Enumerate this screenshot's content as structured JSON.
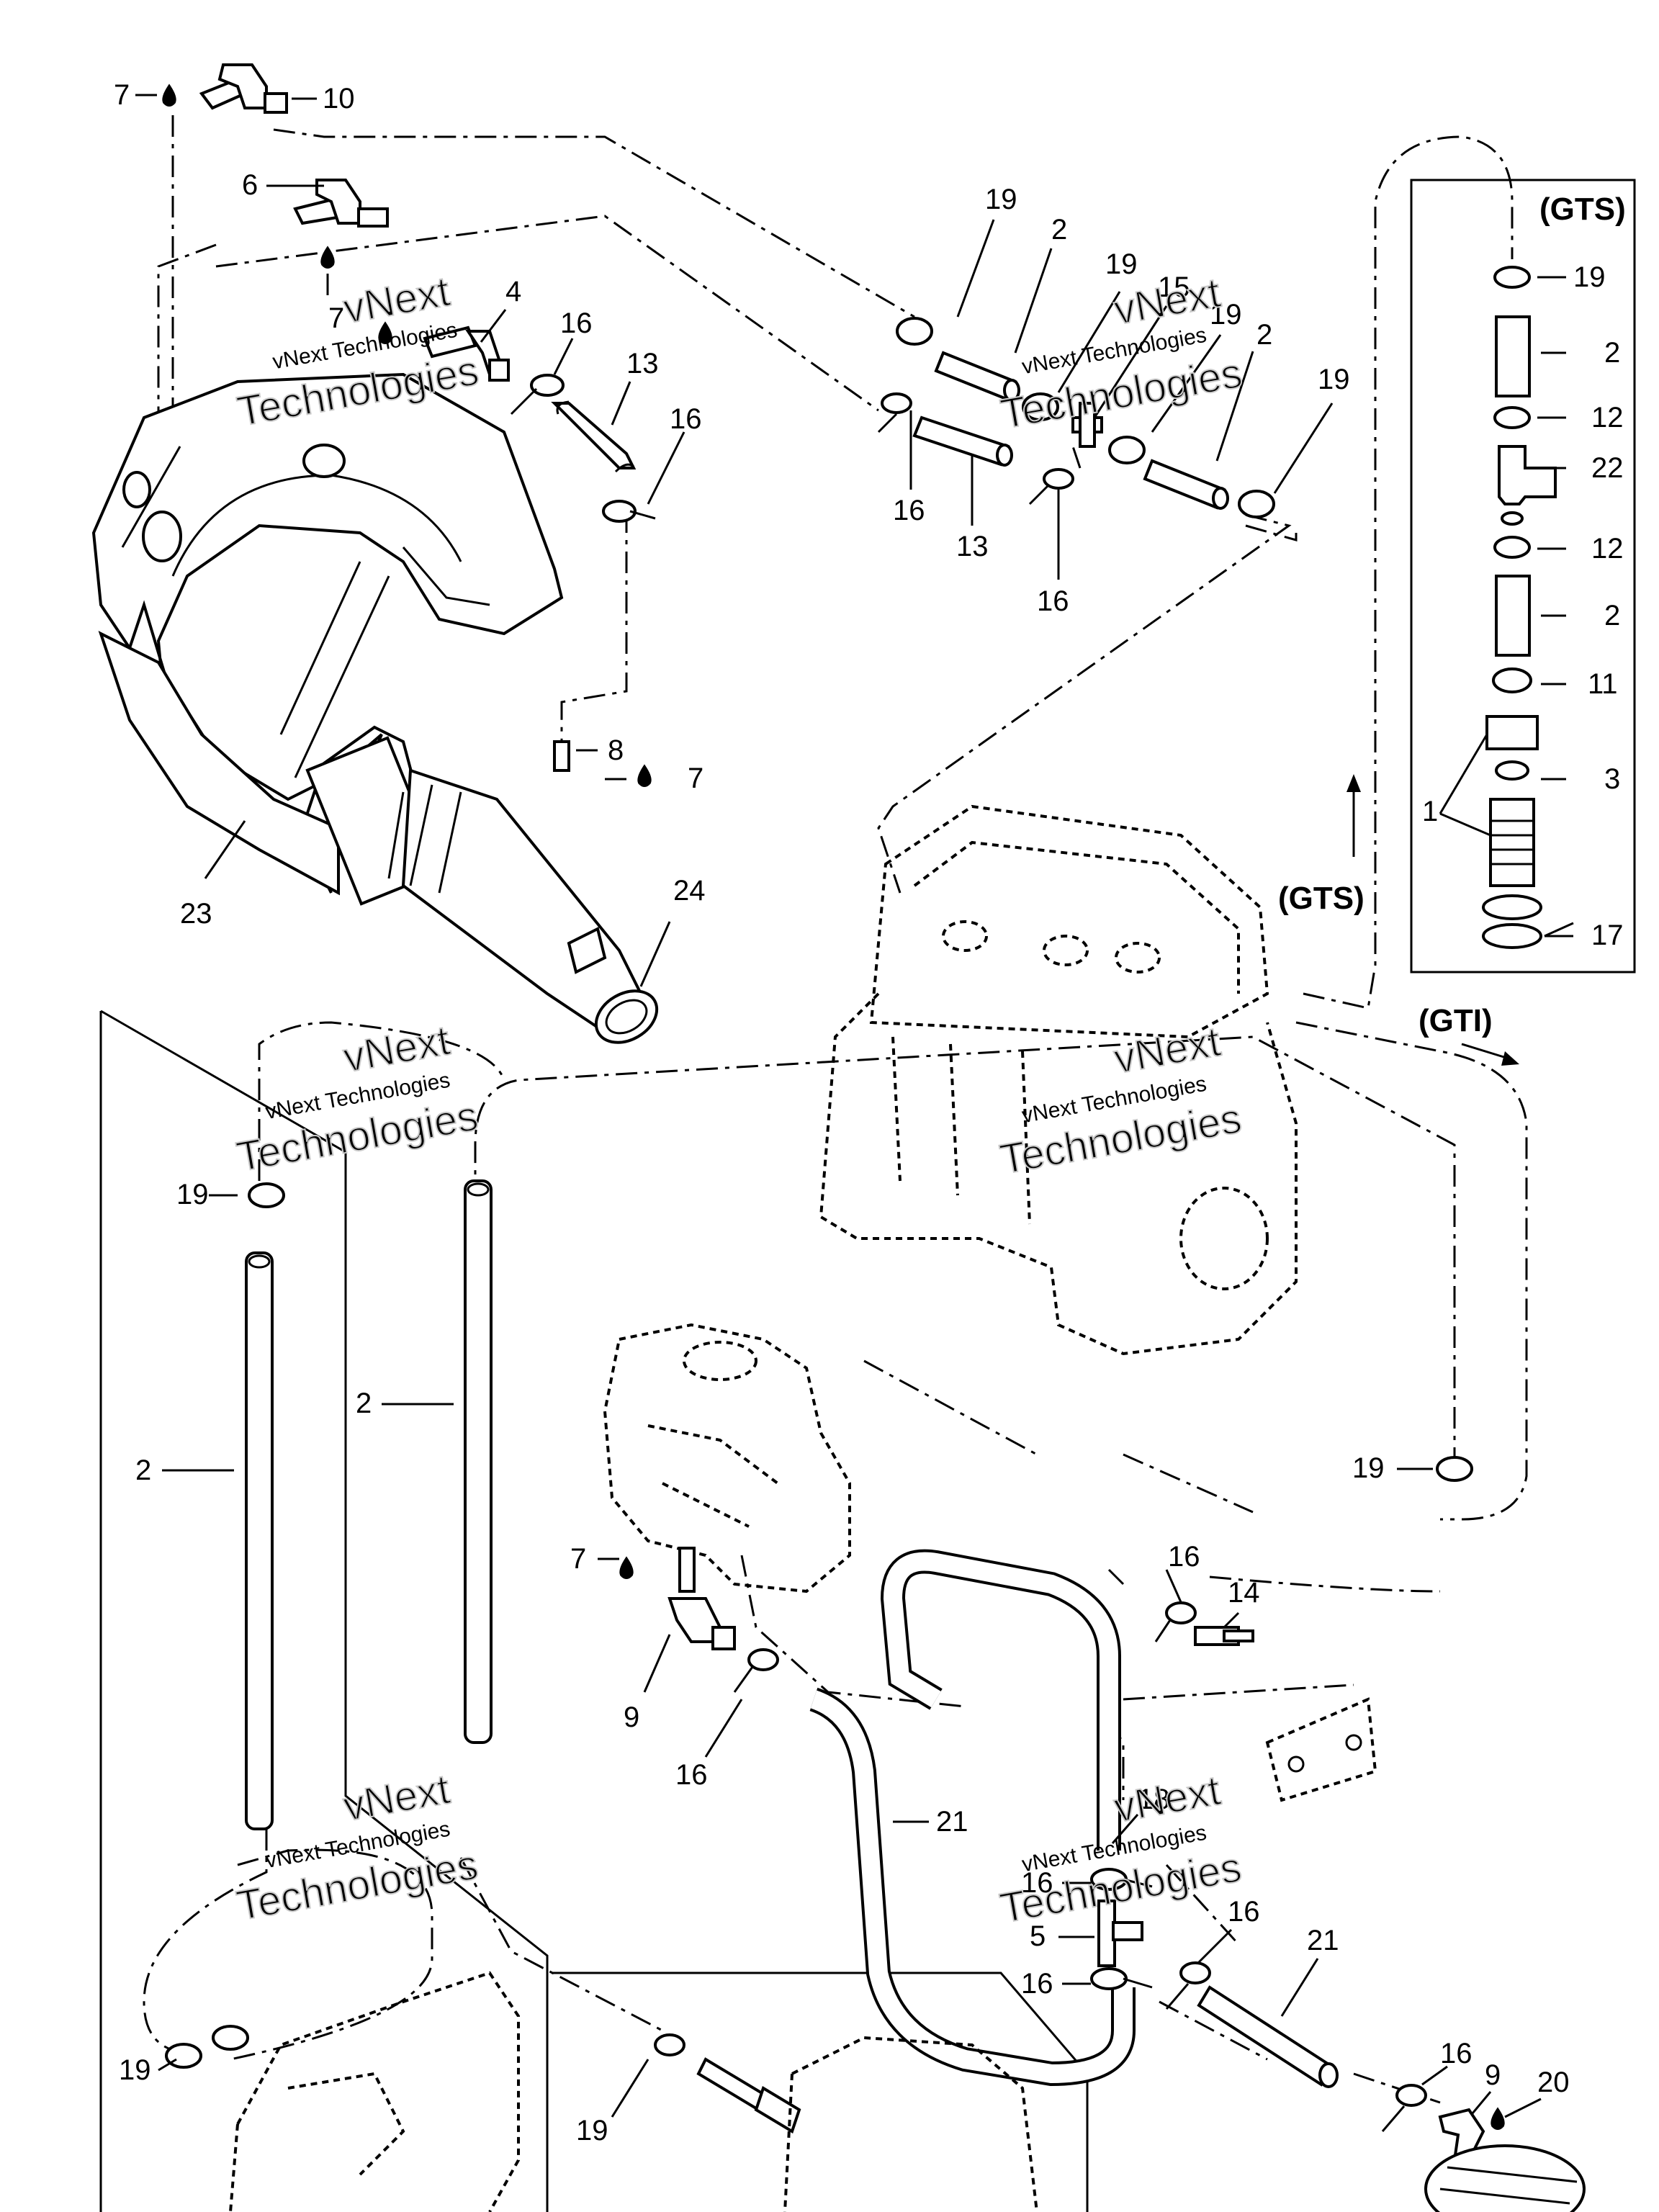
{
  "watermark": {
    "line1": "vNext",
    "line2": "vNext Technologies",
    "line3": "Technologies"
  },
  "notes": {
    "gts_box": "(GTS)",
    "gts_arrow": "(GTS)",
    "gti_arrow": "(GTI)"
  },
  "callouts": {
    "c7a": "7",
    "c10": "10",
    "c6": "6",
    "c7b": "7",
    "c4": "4",
    "c16a": "16",
    "c13a": "13",
    "c16b": "16",
    "c8": "8",
    "c7c": "7",
    "c23": "23",
    "c24": "24",
    "c19a": "19",
    "c2a": "2",
    "c19b": "19",
    "c15": "15",
    "c19c": "19",
    "c2b": "2",
    "c19d": "19",
    "c16c": "16",
    "c13b": "13",
    "c16d": "16",
    "g19": "19",
    "g2a": "2",
    "g12a": "12",
    "g22": "22",
    "g12b": "12",
    "g2b": "2",
    "g11": "11",
    "g3": "3",
    "g1": "1",
    "g17": "17",
    "c19e": "19",
    "c2c": "2",
    "c2d": "2",
    "c19f": "19",
    "c7d": "7",
    "c9a": "9",
    "c16e": "16",
    "c16f": "16",
    "c14": "14",
    "c21a": "21",
    "c18": "18",
    "c16g": "16",
    "c5": "5",
    "c16h": "16",
    "c16i": "16",
    "c21b": "21",
    "c19g": "19",
    "c19h": "19",
    "c16j": "16",
    "c9b": "9",
    "c20": "20"
  }
}
